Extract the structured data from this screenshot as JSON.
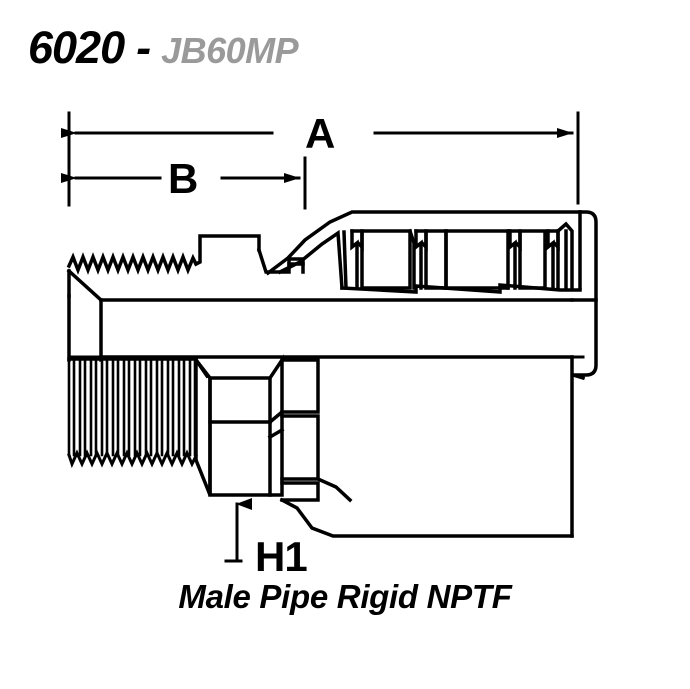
{
  "title": {
    "code": "6020",
    "separator": "-",
    "part_number": "JB60MP",
    "code_color": "#000000",
    "part_color": "#9a9a9a"
  },
  "dimensions": {
    "a_label": "A",
    "b_label": "B",
    "h1_label": "H1"
  },
  "caption": {
    "text": "Male Pipe Rigid NPTF"
  },
  "drawing": {
    "type": "technical-line-drawing",
    "subject": "hydraulic hose fitting, male pipe rigid NPTF end",
    "line_color": "#000000",
    "background": "#ffffff",
    "centerline_style": "dash-dot",
    "views": [
      "side-section"
    ],
    "features": [
      "tapered NPTF male pipe thread",
      "hex wrench flats (H1)",
      "ferrule collar",
      "serrated hose barb stem",
      "crimp shell"
    ],
    "annotations": [
      {
        "name": "A",
        "description": "overall length dimension, full fitting"
      },
      {
        "name": "B",
        "description": "length from pipe thread end to nut shoulder"
      },
      {
        "name": "H1",
        "description": "hex size across flats, leader arrow to hex"
      }
    ]
  }
}
